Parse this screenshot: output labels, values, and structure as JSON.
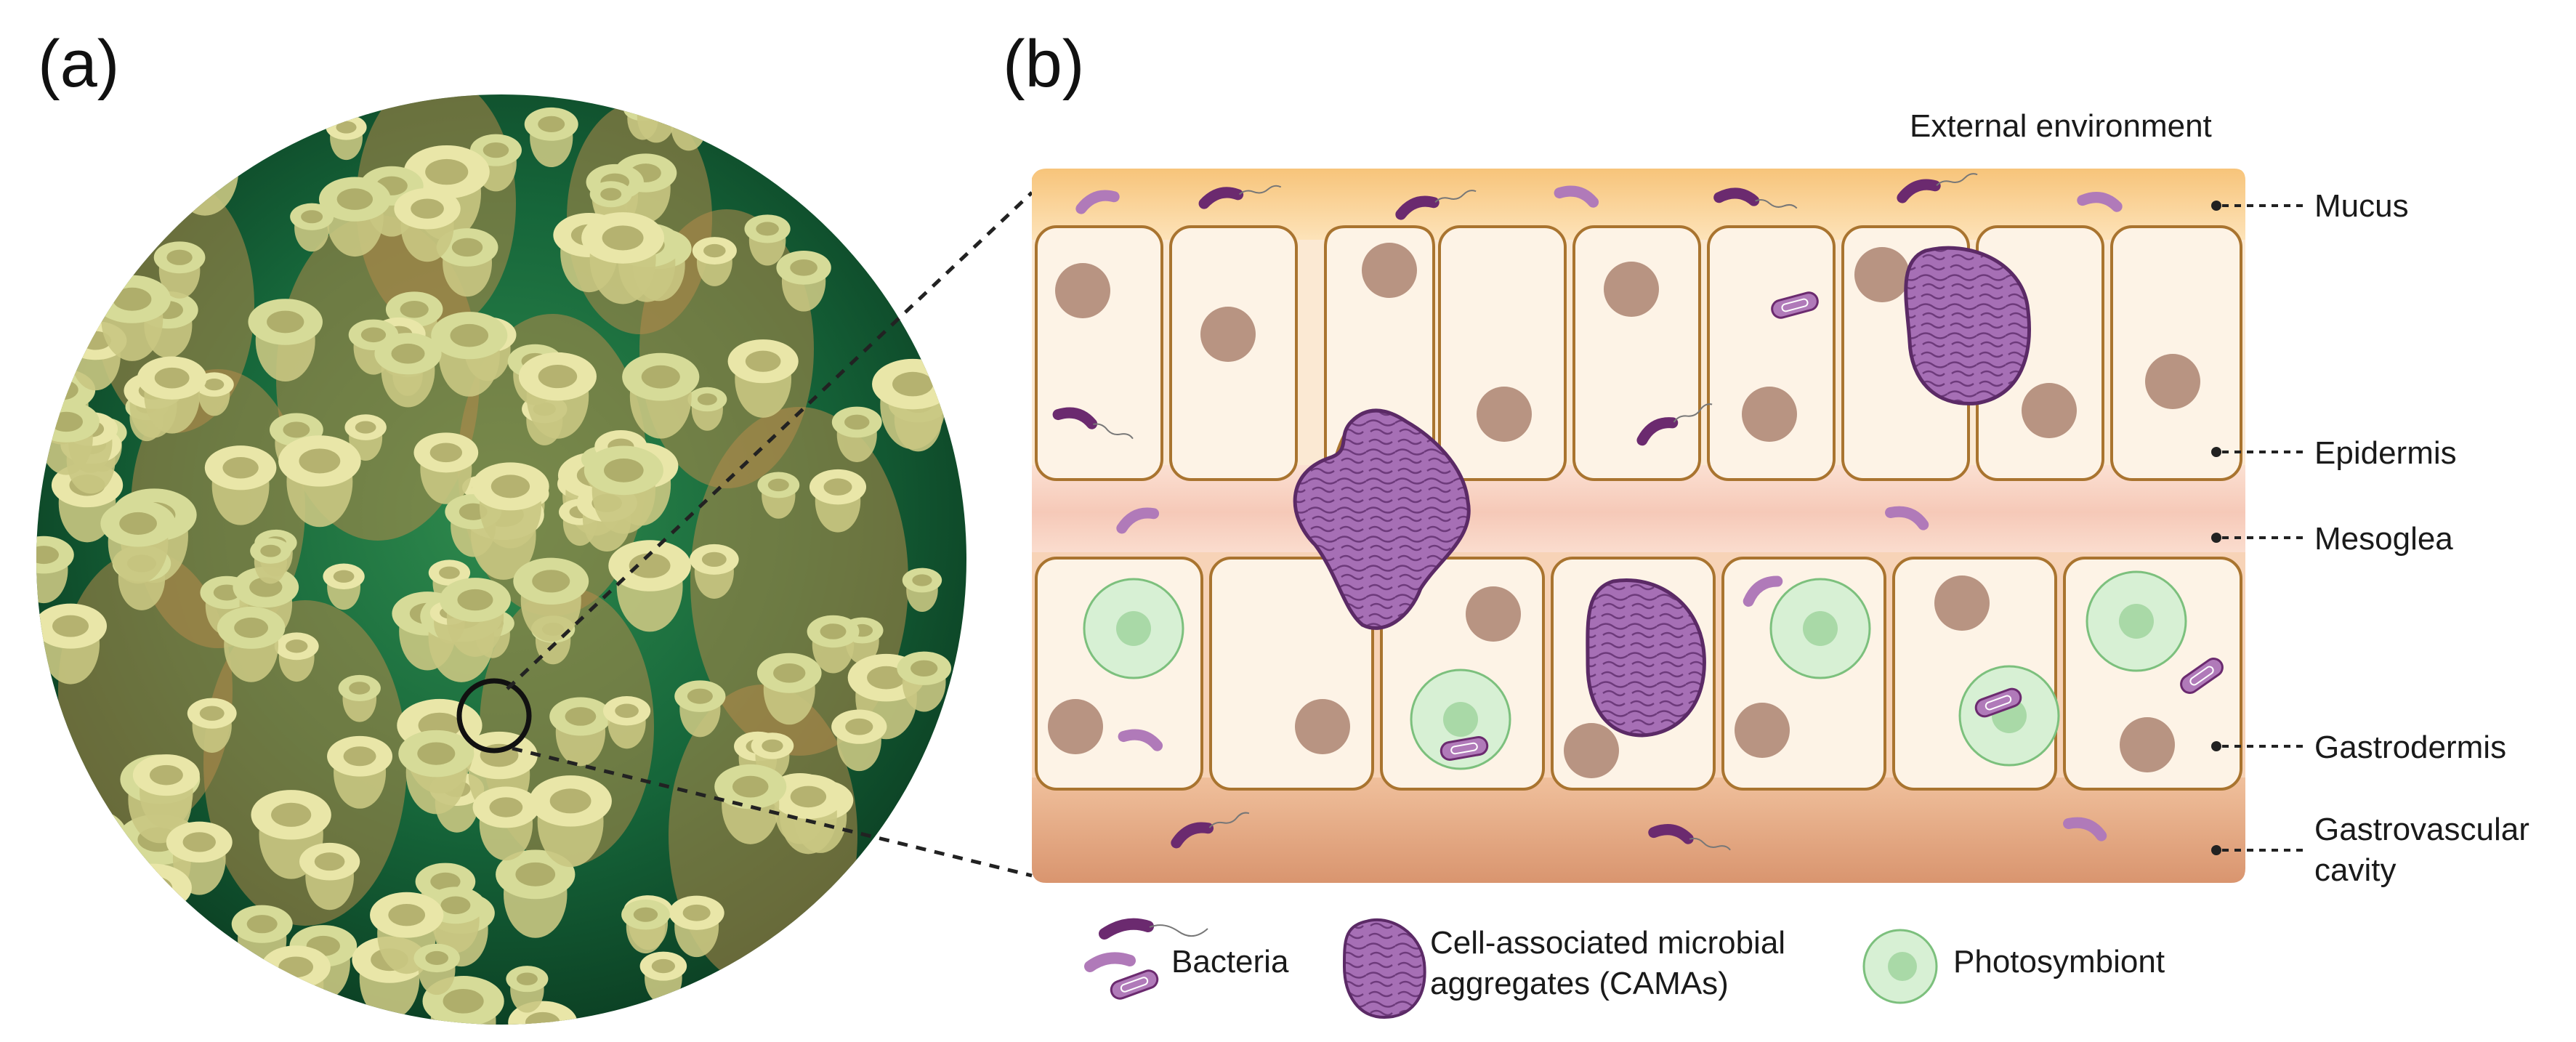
{
  "panels": {
    "a": "(a)",
    "b": "(b)"
  },
  "labels": {
    "external": "External environment",
    "mucus": "Mucus",
    "epidermis": "Epidermis",
    "mesoglea": "Mesoglea",
    "gastrodermis": "Gastrodermis",
    "gastrovascular_1": "Gastrovascular",
    "gastrovascular_2": "cavity"
  },
  "legend": {
    "bacteria": "Bacteria",
    "camas_1": "Cell-associated microbial",
    "camas_2": "aggregates (CAMAs)",
    "photosymbiont": "Photosymbiont"
  },
  "colors": {
    "mucus": "#f6c77c",
    "epidermis_layer": "#fbe8cf",
    "mesoglea": "#f8d2c4",
    "gastrodermis_layer": "#f4c7a6",
    "cavity": "#e3a483",
    "cell_fill": "#fdf3e6",
    "cell_stroke": "#a9742f",
    "nucleus": "#b89482",
    "bacteria_dark": "#6b2a6f",
    "bacteria_light": "#b07ab9",
    "cama_fill": "#a66fb5",
    "cama_stroke": "#5b2a66",
    "photosymbiont_fill": "#d7f0d4",
    "photosymbiont_stroke": "#7cc07d",
    "coral_polyp": "#e9e6a8",
    "coral_bg": "#0f4b2a"
  }
}
